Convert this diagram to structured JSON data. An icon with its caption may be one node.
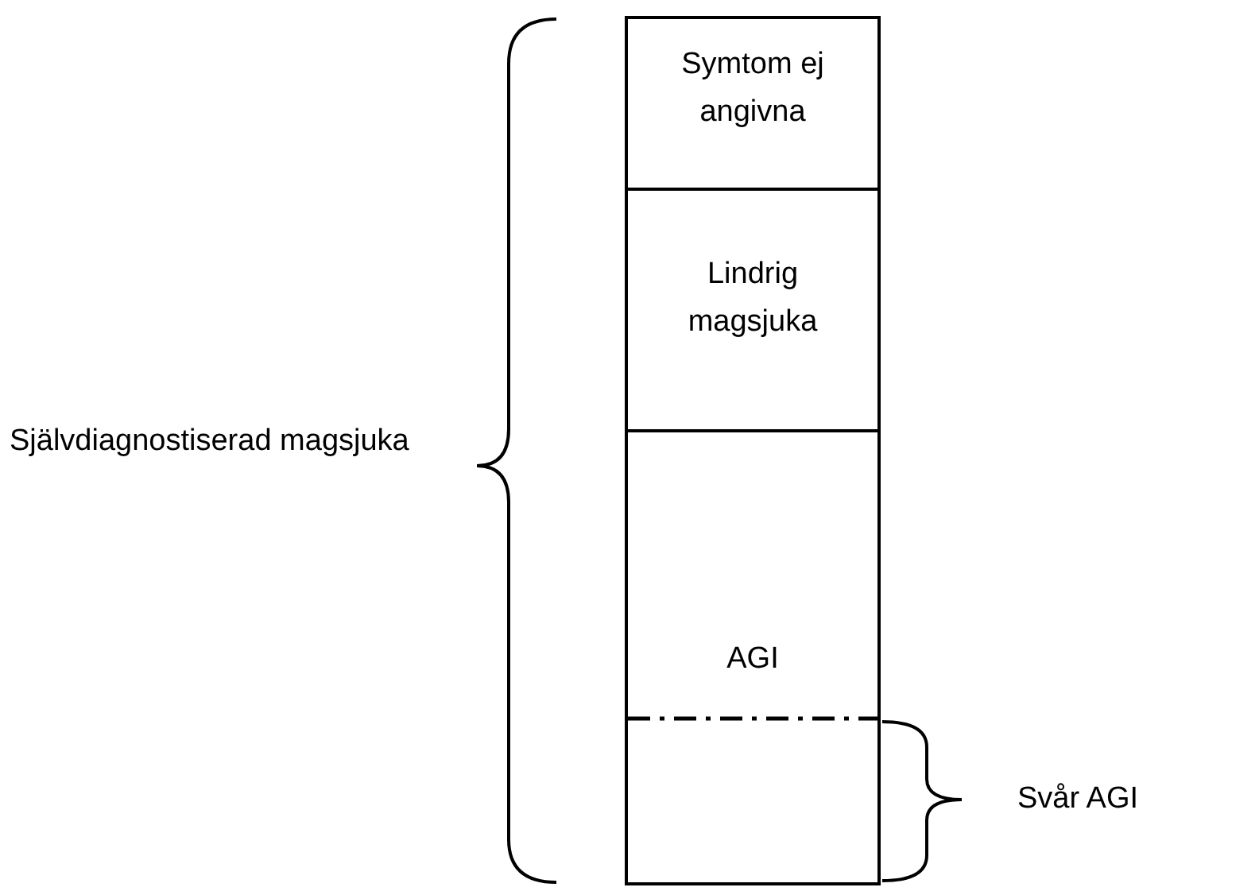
{
  "diagram": {
    "nodes": [
      {
        "text": [
          "Symtom ej angivna"
        ]
      },
      {
        "text": [
          "Lindrig magsjuka"
        ]
      },
      {
        "text": [
          "AGI"
        ]
      }
    ],
    "labels": [
      "Självdiagnostiserad magsjuka",
      "Svår AGI"
    ]
  }
}
